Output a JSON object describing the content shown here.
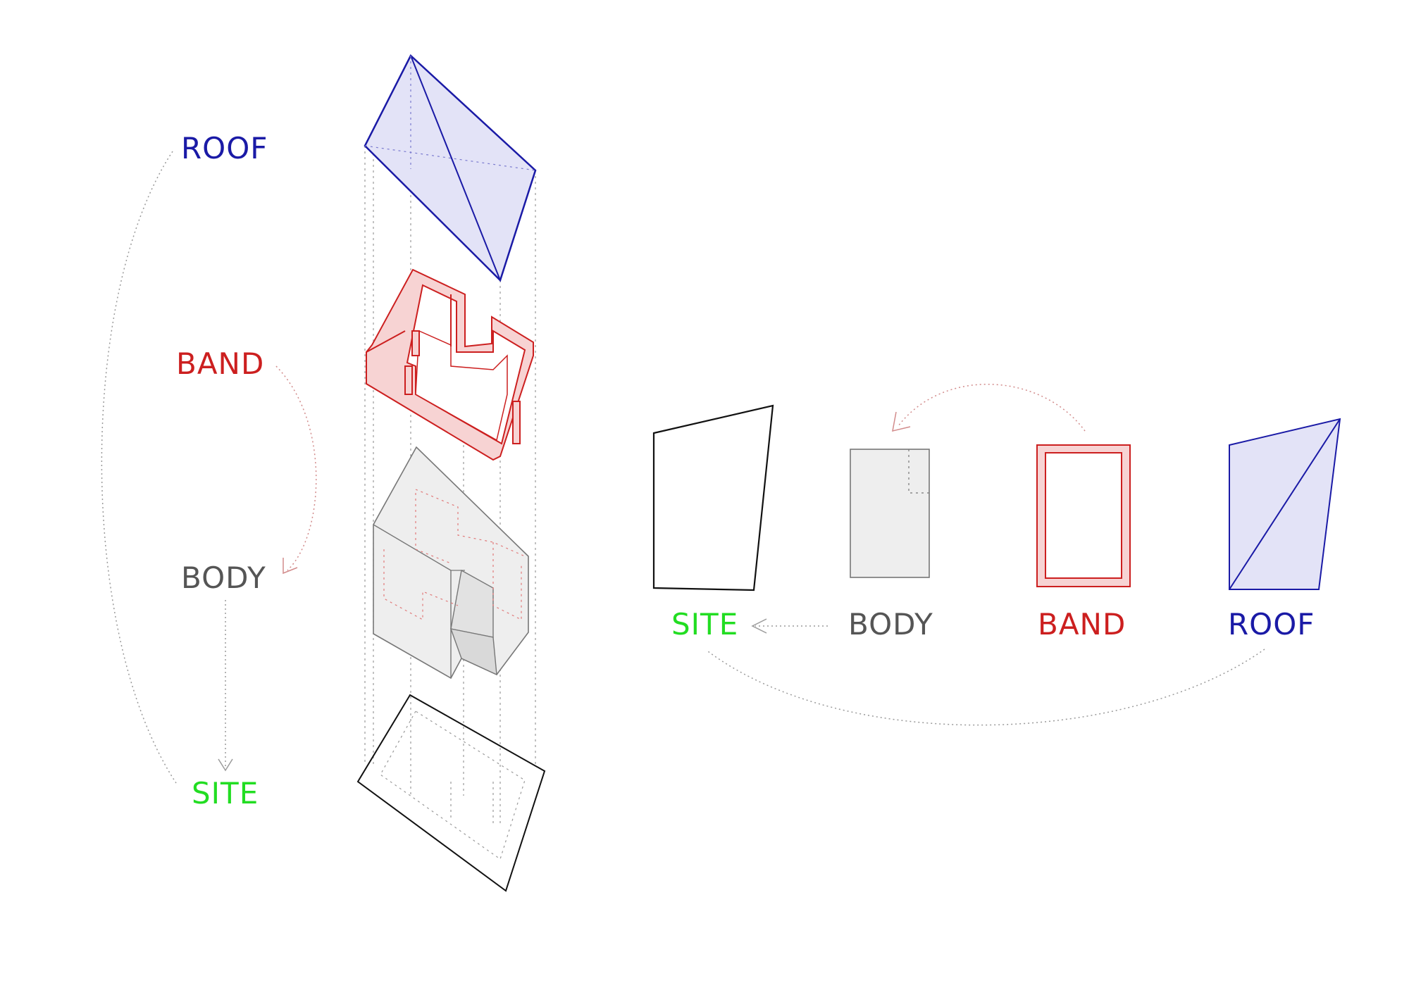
{
  "left_labels": {
    "roof": "ROOF",
    "band": "BAND",
    "body": "BODY",
    "site": "SITE"
  },
  "right_labels": {
    "site": "SITE",
    "body": "BODY",
    "band": "BAND",
    "roof": "ROOF"
  },
  "colors": {
    "roof": "#1a1aa6",
    "roof_fill": "#e3e3f7",
    "band": "#cc1f1f",
    "band_fill": "#f7d3d3",
    "body": "#555555",
    "body_fill": "#eeeeee",
    "site": "#22dd22",
    "site_line": "#111111"
  }
}
